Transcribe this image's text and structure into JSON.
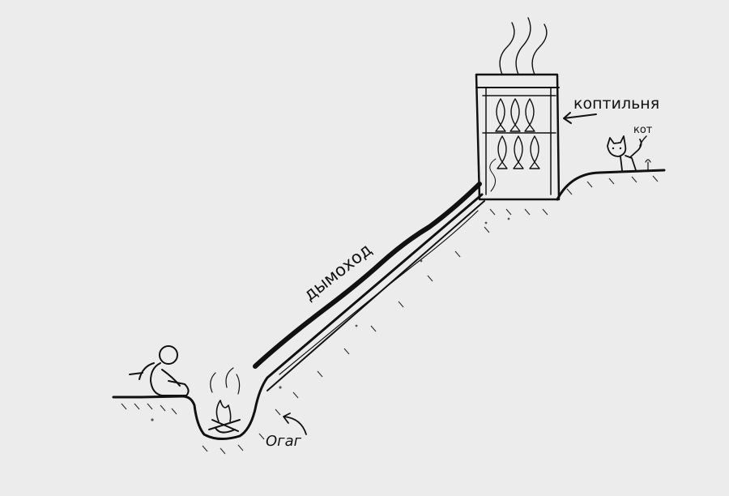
{
  "labels": {
    "smokehouse": "коптильня",
    "chimney": "дымоход",
    "cat": "кот",
    "fire": "Огаг"
  },
  "colors": {
    "background": "#ececec",
    "ink": "#111111"
  },
  "icons": {
    "person": "person-sitting-icon",
    "cat": "cat-icon",
    "fire": "campfire-icon",
    "fish": "fish-icon"
  }
}
